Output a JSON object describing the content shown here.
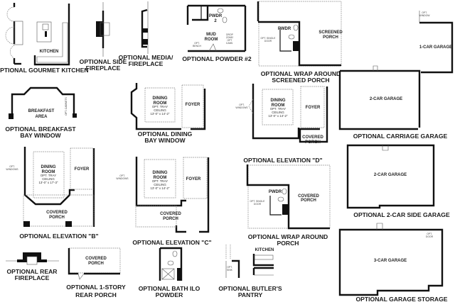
{
  "plans": {
    "gourmet_kitchen": {
      "caption": "OPTIONAL GOURMET KITCHEN",
      "labels": [
        "KITCHEN"
      ]
    },
    "side_fireplace": {
      "caption": [
        "OPTIONAL SIDE",
        "FIREPLACE"
      ]
    },
    "media_fireplace": {
      "caption": [
        "OPTIONAL MEDIA/",
        "FIREPLACE"
      ]
    },
    "powder2": {
      "caption": "OPTIONAL POWDER #2",
      "pwdr": [
        "PWDR",
        "2"
      ],
      "mud": [
        "MUD",
        "ROOM"
      ],
      "drop": [
        "DROP",
        "ZONE/",
        "OPT",
        "CABS."
      ],
      "bench": [
        "OPT.",
        "BENCH"
      ]
    },
    "screened_porch": {
      "caption": [
        "OPTIONAL WRAP AROUND",
        "SCREENED PORCH"
      ],
      "pwdr": "PWDR",
      "porch": [
        "SCREENED",
        "PORCH"
      ],
      "door": [
        "OPT. SINGLE",
        "DOOR"
      ]
    },
    "carriage_garage": {
      "caption": "OPTIONAL CARRIAGE GARAGE",
      "one_car": "1-CAR GARAGE",
      "two_car": "2-CAR GARAGE",
      "window": [
        "OPT.",
        "WINDOW"
      ]
    },
    "breakfast_bay": {
      "caption": [
        "OPTIONAL BREAKFAST",
        "BAY WINDOW"
      ],
      "area": [
        "BREAKFAST",
        "AREA"
      ],
      "cabinets": "OPT. CABINETS"
    },
    "dining_bay": {
      "caption": [
        "OPTIONAL DINING",
        "BAY WINDOW"
      ],
      "dining": [
        "DINING",
        "ROOM"
      ],
      "tray": [
        "OPT. TRAY",
        "CEILING",
        "13'-0\" x 14'-2\""
      ],
      "foyer": "FOYER"
    },
    "elevation_d": {
      "caption": "OPTIONAL ELEVATION \"D\"",
      "dining": [
        "DINING",
        "ROOM"
      ],
      "tray": [
        "OPT. TRAY",
        "CEILING",
        "13'-0\" x 14'-2\""
      ],
      "foyer": "FOYER",
      "porch": [
        "COVERED",
        "PORCH"
      ],
      "windows": [
        "OPT.",
        "WINDOWS"
      ]
    },
    "elevation_b": {
      "caption": "OPTIONAL ELEVATION \"B\"",
      "dining": [
        "DINING",
        "ROOM"
      ],
      "tray": [
        "OPT. TRAY",
        "CEILING",
        "13'-0\" x 17'-3\""
      ],
      "foyer": "FOYER",
      "porch": [
        "COVERED",
        "PORCH"
      ],
      "windows": [
        "OPT.",
        "WINDOWS"
      ]
    },
    "elevation_c": {
      "caption": "OPTIONAL ELEVATION \"C\"",
      "dining": [
        "DINING",
        "ROOM"
      ],
      "tray": [
        "OPT. TRAY",
        "CEILING",
        "13'-0\" x 14'-2\""
      ],
      "foyer": "FOYER",
      "porch": [
        "COVERED",
        "PORCH"
      ],
      "windows": [
        "OPT.",
        "WINDOWS"
      ]
    },
    "wrap_porch": {
      "caption": [
        "OPTIONAL WRAP AROUND",
        "PORCH"
      ],
      "pwdr": "PWDR",
      "porch": [
        "COVERED",
        "PORCH"
      ],
      "door": [
        "OPT. SINGLE",
        "DOOR"
      ]
    },
    "side_garage": {
      "caption": "OPTIONAL 2-CAR SIDE GARAGE",
      "label": "2-CAR GARAGE"
    },
    "garage_storage": {
      "caption": "OPTIONAL GARAGE STORAGE",
      "label": "3-CAR GARAGE",
      "door": [
        "OPT.",
        "DOOR"
      ]
    },
    "rear_fireplace": {
      "caption": [
        "OPTIONAL REAR",
        "FIREPLACE"
      ]
    },
    "rear_porch": {
      "caption": [
        "OPTIONAL 1-STORY",
        "REAR PORCH"
      ],
      "porch": [
        "COVERED",
        "PORCH"
      ]
    },
    "bath_ilo": {
      "caption": [
        "OPTIONAL BATH ILO",
        "POWDER"
      ]
    },
    "butlers_pantry": {
      "caption": [
        "OPTIONAL BUTLER'S",
        "PANTRY"
      ],
      "kitchen": "KITCHEN",
      "sink": [
        "OPT.",
        "SINK"
      ]
    }
  }
}
